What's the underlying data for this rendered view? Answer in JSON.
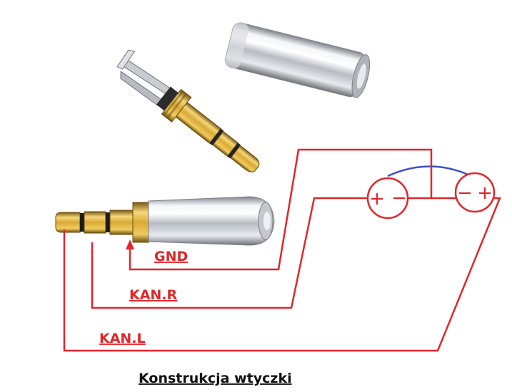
{
  "labels": {
    "gnd": "GND",
    "kan_r": "KAN.R",
    "kan_l": "KAN.L",
    "caption": "Konstrukcja wtyczki"
  },
  "speaker_left": {
    "plus": "+",
    "minus": "−"
  },
  "speaker_right": {
    "minus": "−",
    "plus": "+"
  },
  "colors": {
    "wire": "#e0262b",
    "jumper": "#3b4fc4",
    "chrome": "#c9ccd1",
    "gold": "#c9a236",
    "text": "#111111"
  },
  "icons": {
    "plug_shell": "chrome-shell-icon",
    "plug_open": "open-plug-icon",
    "plug_assembled": "assembled-plug-icon"
  }
}
